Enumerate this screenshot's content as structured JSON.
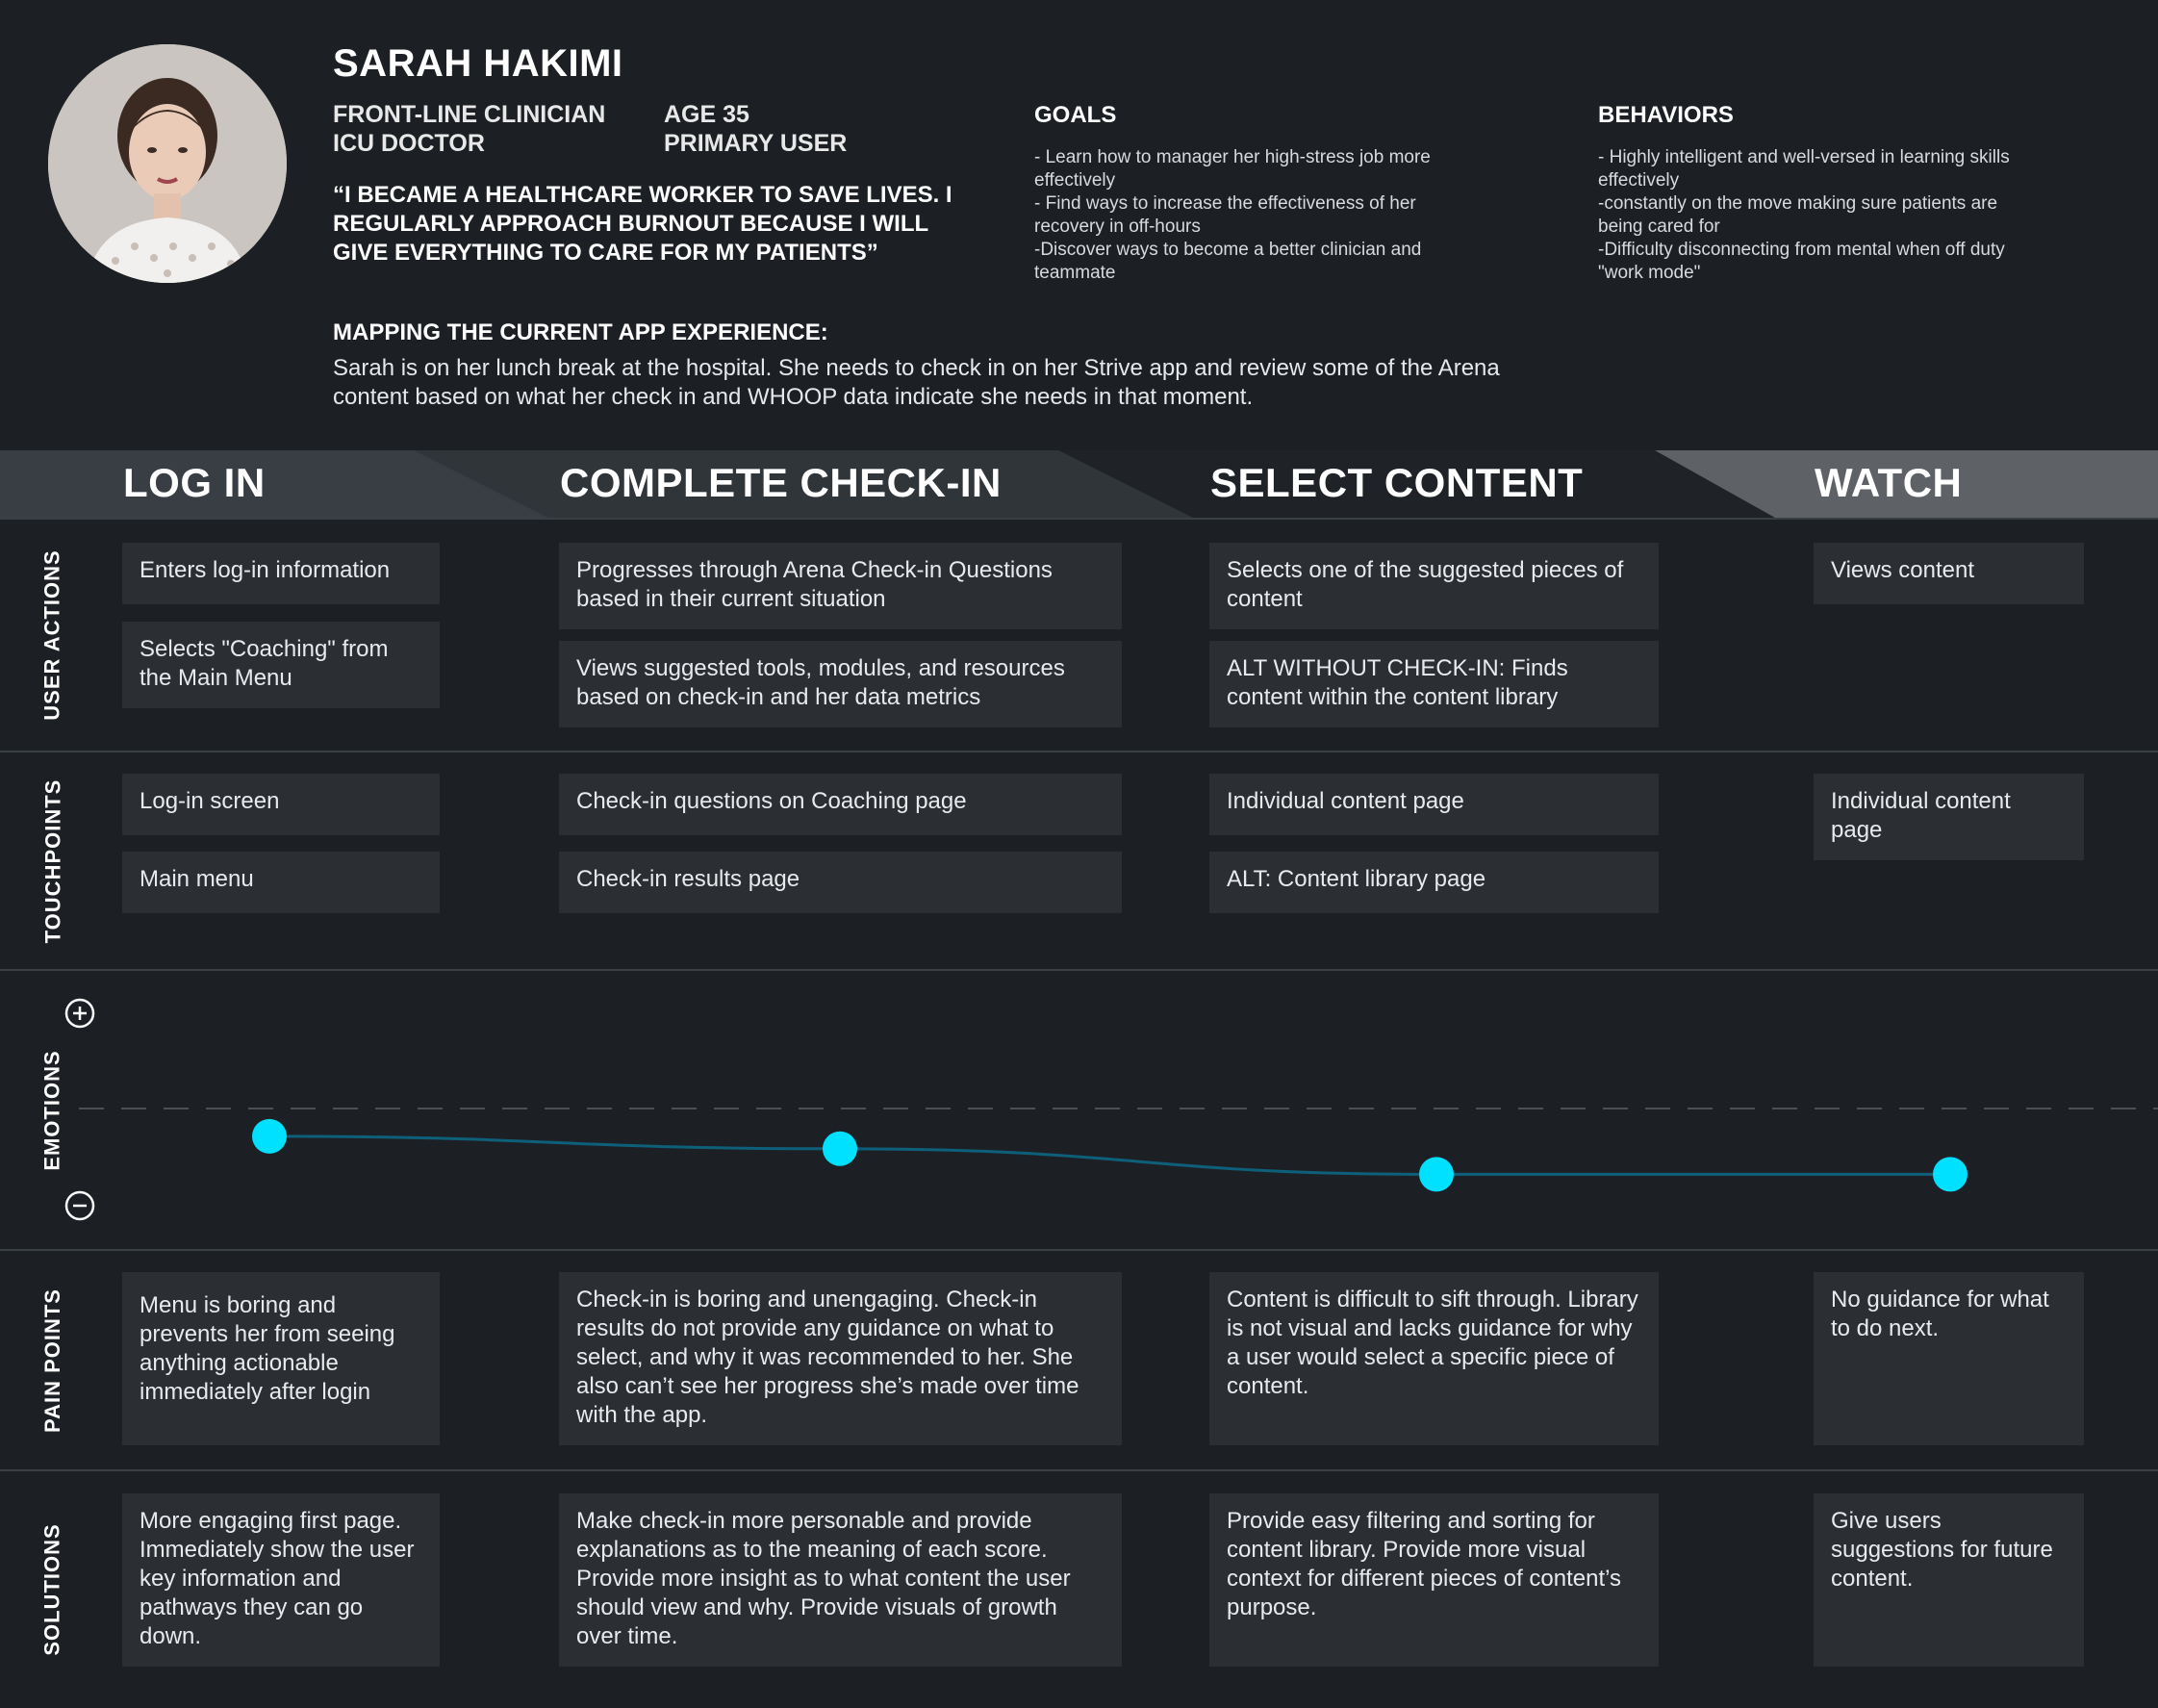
{
  "persona": {
    "name": "SARAH HAKIMI",
    "role_line1": "FRONT-LINE CLINICIAN",
    "role_line2": "ICU DOCTOR",
    "age": "AGE 35",
    "user_type": "PRIMARY USER",
    "quote": "“I BECAME A HEALTHCARE WORKER TO SAVE LIVES. I REGULARLY APPROACH BURNOUT BECAUSE I WILL GIVE EVERYTHING TO CARE FOR MY PATIENTS”"
  },
  "goals": {
    "heading": "GOALS",
    "items": [
      "- Learn how to manager her high-stress job more effectively",
      "- Find ways to increase the effectiveness of her recovery in off-hours",
      "-Discover ways to become a better clinician and teammate"
    ]
  },
  "behaviors": {
    "heading": "BEHAVIORS",
    "items": [
      "- Highly intelligent and well-versed in learning skills effectively",
      "-constantly on the move making sure patients are being cared for",
      "-Difficulty disconnecting from mental when off duty \"work mode\""
    ]
  },
  "mapping": {
    "heading": "MAPPING THE CURRENT APP EXPERIENCE:",
    "body": "Sarah is on her lunch break at the hospital. She needs to check in on her Strive app and review some of the Arena content based on what her check in and WHOOP data indicate she needs in that moment."
  },
  "phases": [
    "LOG IN",
    "COMPLETE CHECK-IN",
    "SELECT CONTENT",
    "WATCH"
  ],
  "row_labels": {
    "user_actions": "USER ACTIONS",
    "touchpoints": "TOUCHPOINTS",
    "emotions": "EMOTIONS",
    "pain_points": "PAIN POINTS",
    "solutions": "SOLUTIONS"
  },
  "user_actions": {
    "login": [
      "Enters log-in information",
      "Selects \"Coaching\" from the Main Menu"
    ],
    "checkin": [
      "Progresses through Arena Check-in Questions based in their current situation",
      "Views suggested tools, modules, and resources based on check-in and her data metrics"
    ],
    "select": [
      "Selects one of the suggested pieces of content",
      "ALT WITHOUT CHECK-IN: Finds content within the content library"
    ],
    "watch": [
      "Views content"
    ]
  },
  "touchpoints": {
    "login": [
      "Log-in screen",
      "Main menu"
    ],
    "checkin": [
      "Check-in questions on Coaching page",
      "Check-in results page"
    ],
    "select": [
      "Individual content page",
      "ALT: Content library page"
    ],
    "watch": [
      "Individual content page"
    ]
  },
  "emotions": {
    "plus_icon": "plus-circle-icon",
    "minus_icon": "minus-circle-icon",
    "levels": [
      -0.38,
      -0.55,
      -0.9,
      -0.9
    ],
    "line_color": "#0d5f7a",
    "dot_color": "#00e1ff"
  },
  "pain_points": {
    "login": "Menu is boring and prevents her from seeing anything actionable immediately after login",
    "checkin": "Check-in is boring and unengaging. Check-in results do not provide any guidance on what to select, and why it was recommended to her. She also can’t see her progress she’s made over time with the app.",
    "select": "Content is difficult to sift through. Library is not visual and lacks guidance for why a user would select a specific piece of content.",
    "watch": "No guidance for what to do next."
  },
  "solutions": {
    "login": "More engaging first page. Immediately show the user key information and pathways they can go down.",
    "checkin": "Make check-in more personable and provide explanations as to the meaning of each score. Provide more insight as to what content the user should view and why. Provide visuals of growth over time.",
    "select": "Provide easy filtering and sorting for content library. Provide more visual context for different pieces of content’s purpose.",
    "watch": "Give users suggestions for future content."
  }
}
